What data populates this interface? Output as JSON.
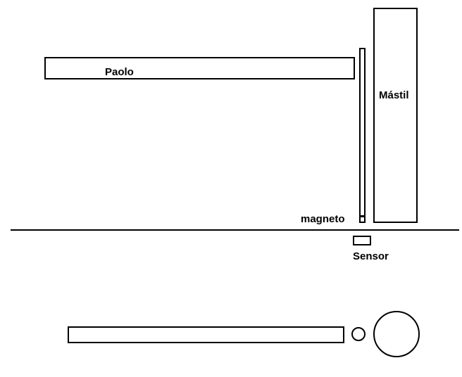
{
  "labels": {
    "paolo": "Paolo",
    "mastil": "Mástil",
    "magneto": "magneto",
    "sensor": "Sensor"
  },
  "colors": {
    "stroke": "#000000",
    "fill": "#ffffff",
    "background": "#ffffff"
  }
}
